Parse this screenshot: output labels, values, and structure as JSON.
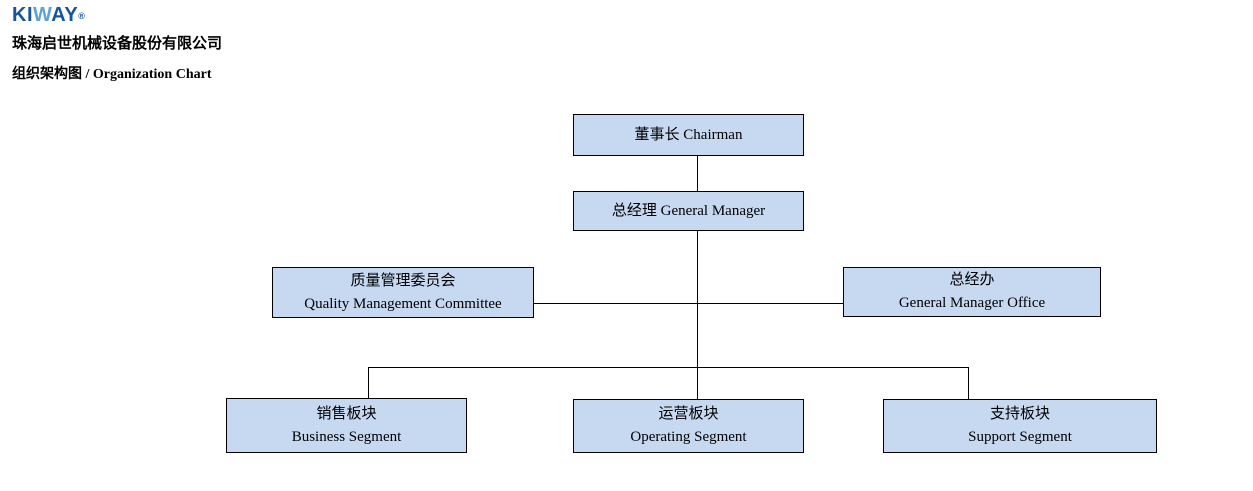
{
  "header": {
    "logo": {
      "part1": "KI",
      "part2": "W",
      "part3": "AY",
      "reg": "®"
    },
    "company_name": "珠海启世机械设备股份有限公司",
    "chart_title": "组织架构图 / Organization Chart"
  },
  "colors": {
    "logo_blue": "#17549f",
    "logo_blue_light": "#5ea3d8",
    "box_fill": "#c6d9f1",
    "box_border": "#000000",
    "connector": "#000000"
  },
  "org_chart": {
    "chairman": {
      "label": "董事长 Chairman"
    },
    "general_manager": {
      "label": "总经理 General Manager"
    },
    "quality_committee": {
      "zh": "质量管理委员会",
      "en": "Quality Management Committee"
    },
    "gm_office": {
      "zh": "总经办",
      "en": "General Manager Office"
    },
    "business_segment": {
      "zh": "销售板块",
      "en": "Business Segment"
    },
    "operating_segment": {
      "zh": "运营板块",
      "en": "Operating Segment"
    },
    "support_segment": {
      "zh": "支持板块",
      "en": "Support Segment"
    }
  }
}
